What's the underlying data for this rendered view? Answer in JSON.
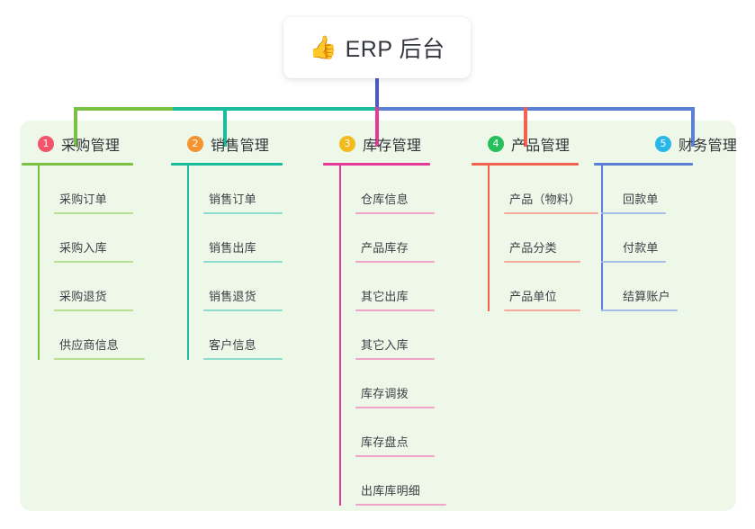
{
  "root": {
    "emoji": "👍",
    "emoji_name": "thumbs-up-icon",
    "title": "ERP 后台"
  },
  "colors": {
    "canvas": "#ffffff",
    "panel": "#eef8e9",
    "root_trunk": "#4a58c8",
    "branch1": "#7ac143",
    "branch2": "#1abc9c",
    "branch3": "#e5399a",
    "branch4": "#f4624f",
    "branch5": "#5b7fd4",
    "badge1": "#f2556a",
    "badge2": "#f59331",
    "badge3": "#f5bb1d",
    "badge4": "#27bf5c",
    "badge5": "#29b6e8"
  },
  "branches": [
    {
      "index": "1",
      "label": "采购管理",
      "badge_color": "#f2556a",
      "line_color": "#7ac143",
      "leaf_line_color": "#b7dd92",
      "leaves": [
        "采购订单",
        "采购入库",
        "采购退货",
        "供应商信息"
      ]
    },
    {
      "index": "2",
      "label": "销售管理",
      "badge_color": "#f59331",
      "line_color": "#1abc9c",
      "leaf_line_color": "#8fdcca",
      "leaves": [
        "销售订单",
        "销售出库",
        "销售退货",
        "客户信息"
      ]
    },
    {
      "index": "3",
      "label": "库存管理",
      "badge_color": "#f5bb1d",
      "line_color": "#e5399a",
      "leaf_line_color": "#f0a3cb",
      "leaves": [
        "仓库信息",
        "产品库存",
        "其它出库",
        "其它入库",
        "库存调拨",
        "库存盘点",
        "出库库明细"
      ]
    },
    {
      "index": "4",
      "label": "产品管理",
      "badge_color": "#27bf5c",
      "line_color": "#f4624f",
      "leaf_line_color": "#f8a99d",
      "leaves": [
        "产品（物料）",
        "产品分类",
        "产品单位"
      ]
    },
    {
      "index": "5",
      "label": "财务管理",
      "badge_color": "#29b6e8",
      "line_color": "#5b7fd4",
      "leaf_line_color": "#a8bde8",
      "leaves": [
        "回款单",
        "付款单",
        "结算账户"
      ]
    }
  ]
}
